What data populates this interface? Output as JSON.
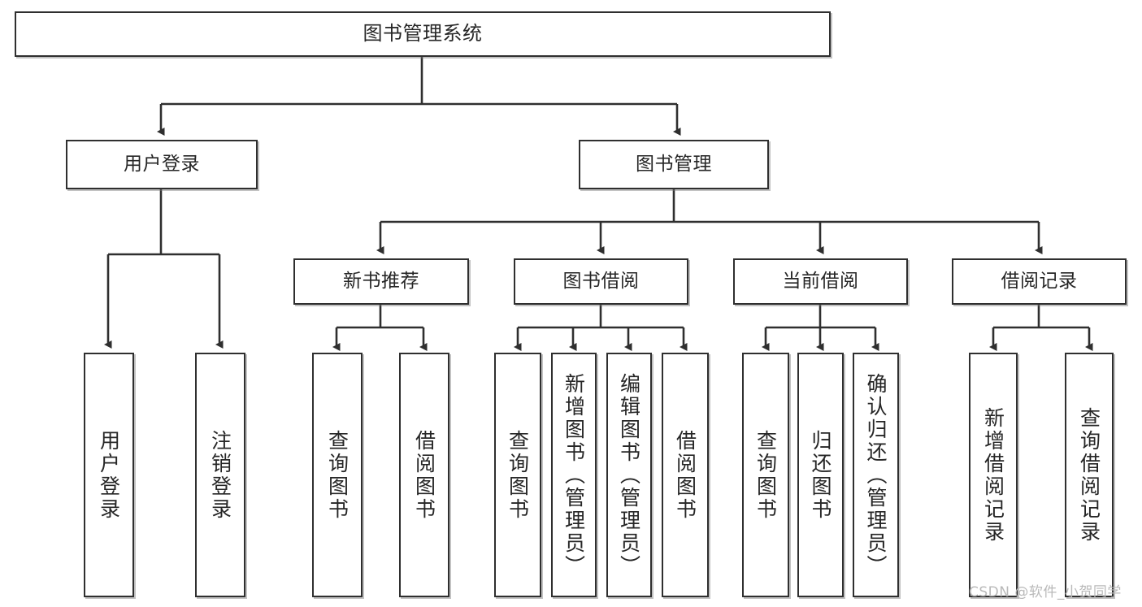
{
  "diagram": {
    "type": "tree",
    "title": "图书管理系统",
    "root": {
      "label": "图书管理系统"
    },
    "level1": [
      {
        "label": "用户登录"
      },
      {
        "label": "图书管理"
      }
    ],
    "level2": [
      {
        "label": "新书推荐"
      },
      {
        "label": "图书借阅"
      },
      {
        "label": "当前借阅"
      },
      {
        "label": "借阅记录"
      }
    ],
    "leaves": {
      "user_login": [
        {
          "label": "用户登录"
        },
        {
          "label": "注销登录"
        }
      ],
      "new_book_recommend": [
        {
          "label": "查询图书"
        },
        {
          "label": "借阅图书"
        }
      ],
      "book_borrow": [
        {
          "label": "查询图书"
        },
        {
          "label": "新增图书（管理员）"
        },
        {
          "label": "编辑图书（管理员）"
        },
        {
          "label": "借阅图书"
        }
      ],
      "current_borrow": [
        {
          "label": "查询图书"
        },
        {
          "label": "归还图书"
        },
        {
          "label": "确认归还（管理员）"
        }
      ],
      "borrow_record": [
        {
          "label": "新增借阅记录"
        },
        {
          "label": "查询借阅记录"
        }
      ]
    }
  },
  "watermark": {
    "text": "CSDN @软件_小贺同学"
  },
  "colors": {
    "border": "#2f2f2f",
    "text": "#262626",
    "background": "#ffffff",
    "watermark": "#b9b9b9"
  }
}
